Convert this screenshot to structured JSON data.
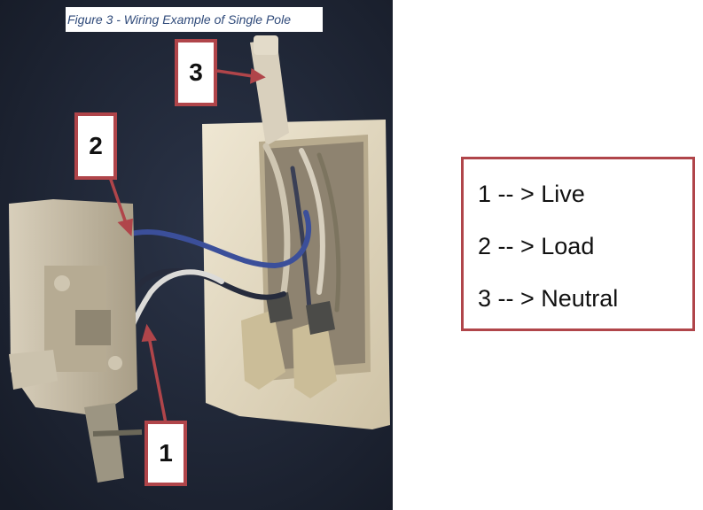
{
  "figure": {
    "caption": "Figure 3 - Wiring Example of Single Pole"
  },
  "callouts": [
    {
      "id": "1",
      "label": "1"
    },
    {
      "id": "2",
      "label": "2"
    },
    {
      "id": "3",
      "label": "3"
    }
  ],
  "legend": {
    "items": [
      {
        "text": "1 -- > Live"
      },
      {
        "text": "2 -- > Load"
      },
      {
        "text": "3 -- > Neutral"
      }
    ]
  },
  "colors": {
    "callout_border": "#b0454a",
    "caption_text": "#2f4a7a",
    "wall": "#1f2636",
    "plate": "#e6ddc8"
  }
}
